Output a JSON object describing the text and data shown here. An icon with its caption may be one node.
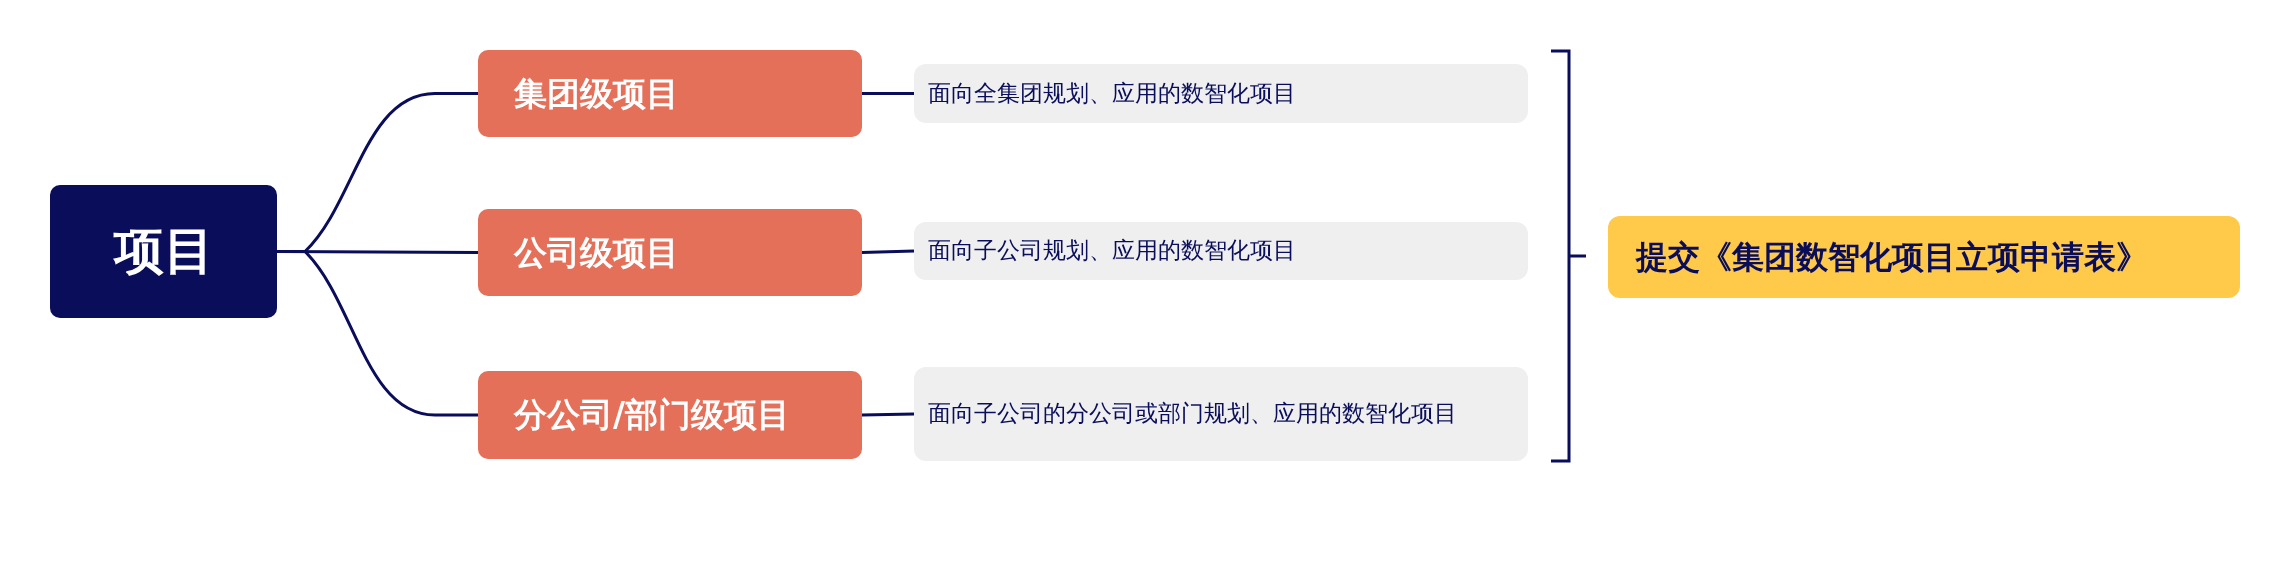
{
  "diagram": {
    "nodes": [
      {
        "text": [
          "项目"
        ]
      },
      {
        "text": [
          "集团级项目"
        ]
      },
      {
        "text": [
          "公司级项目"
        ]
      },
      {
        "text": [
          "分公司/部门级项目"
        ]
      },
      {
        "text": [
          "面向全集团规划、应用的数智化项目"
        ]
      },
      {
        "text": [
          "面向子公司规划、应用的数智化项目"
        ]
      },
      {
        "text": [
          "面向子公司的分公司或部门规划、应用的数智化项目"
        ]
      },
      {
        "text": [
          "提交《集团数智化项目立项申请表》"
        ]
      }
    ],
    "edges": [
      {
        "from": 0,
        "to": 1,
        "arrow": "none"
      },
      {
        "from": 0,
        "to": 2,
        "arrow": "none"
      },
      {
        "from": 0,
        "to": 3,
        "arrow": "none"
      },
      {
        "from": 1,
        "to": 4,
        "arrow": "none"
      },
      {
        "from": 2,
        "to": 5,
        "arrow": "none"
      },
      {
        "from": 3,
        "to": 6,
        "arrow": "none"
      }
    ]
  }
}
